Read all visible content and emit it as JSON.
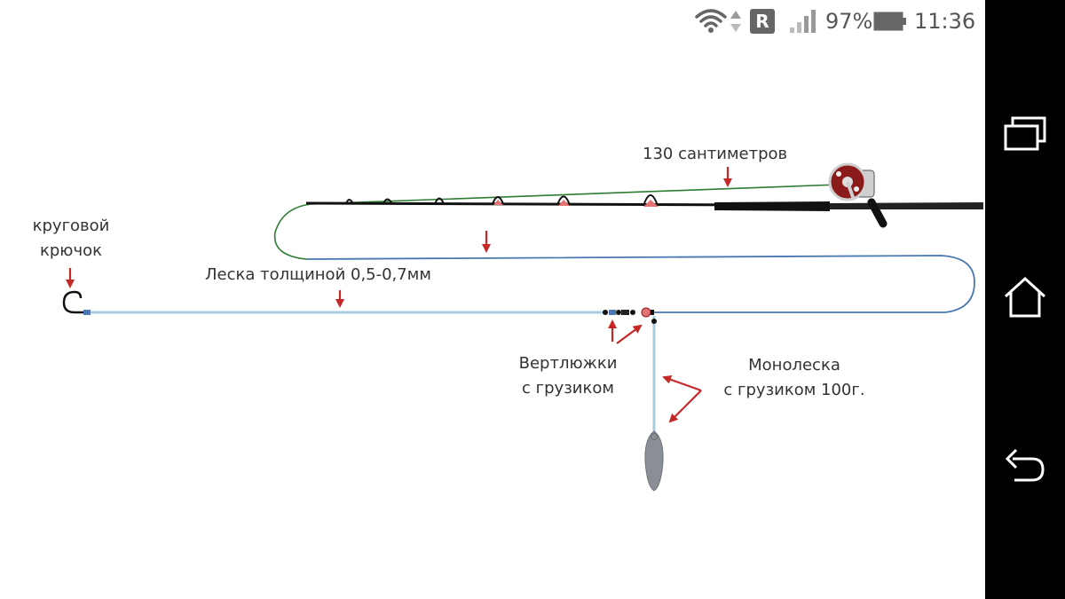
{
  "status_bar": {
    "carrier_badge": "R",
    "battery_percent": "97%",
    "time": "11:36",
    "icons": [
      "wifi-icon",
      "data-arrows-icon",
      "roaming-badge-icon",
      "signal-icon",
      "battery-icon"
    ]
  },
  "diagram": {
    "labels": {
      "hook_line1": "круговой",
      "hook_line2": "крючок",
      "line_thickness": "Леска толщиной 0,5-0,7мм",
      "rod_length": "130 сантиметров",
      "swivels_line1": "Вертлюжки",
      "swivels_line2": "с грузиком",
      "mono_line1": "Монолеска",
      "mono_line2": "с грузиком 100г."
    },
    "colors": {
      "arrow": "#c62828",
      "rod_line": "#2e7d32",
      "main_line": "#7fb3d5",
      "line_dark": "#4a78b0",
      "rod": "#111111",
      "reel": "#8b1a1a",
      "sinker": "#8a8f96"
    }
  },
  "nav_bar": {
    "buttons": [
      "recent-apps-icon",
      "home-icon",
      "back-icon"
    ]
  }
}
